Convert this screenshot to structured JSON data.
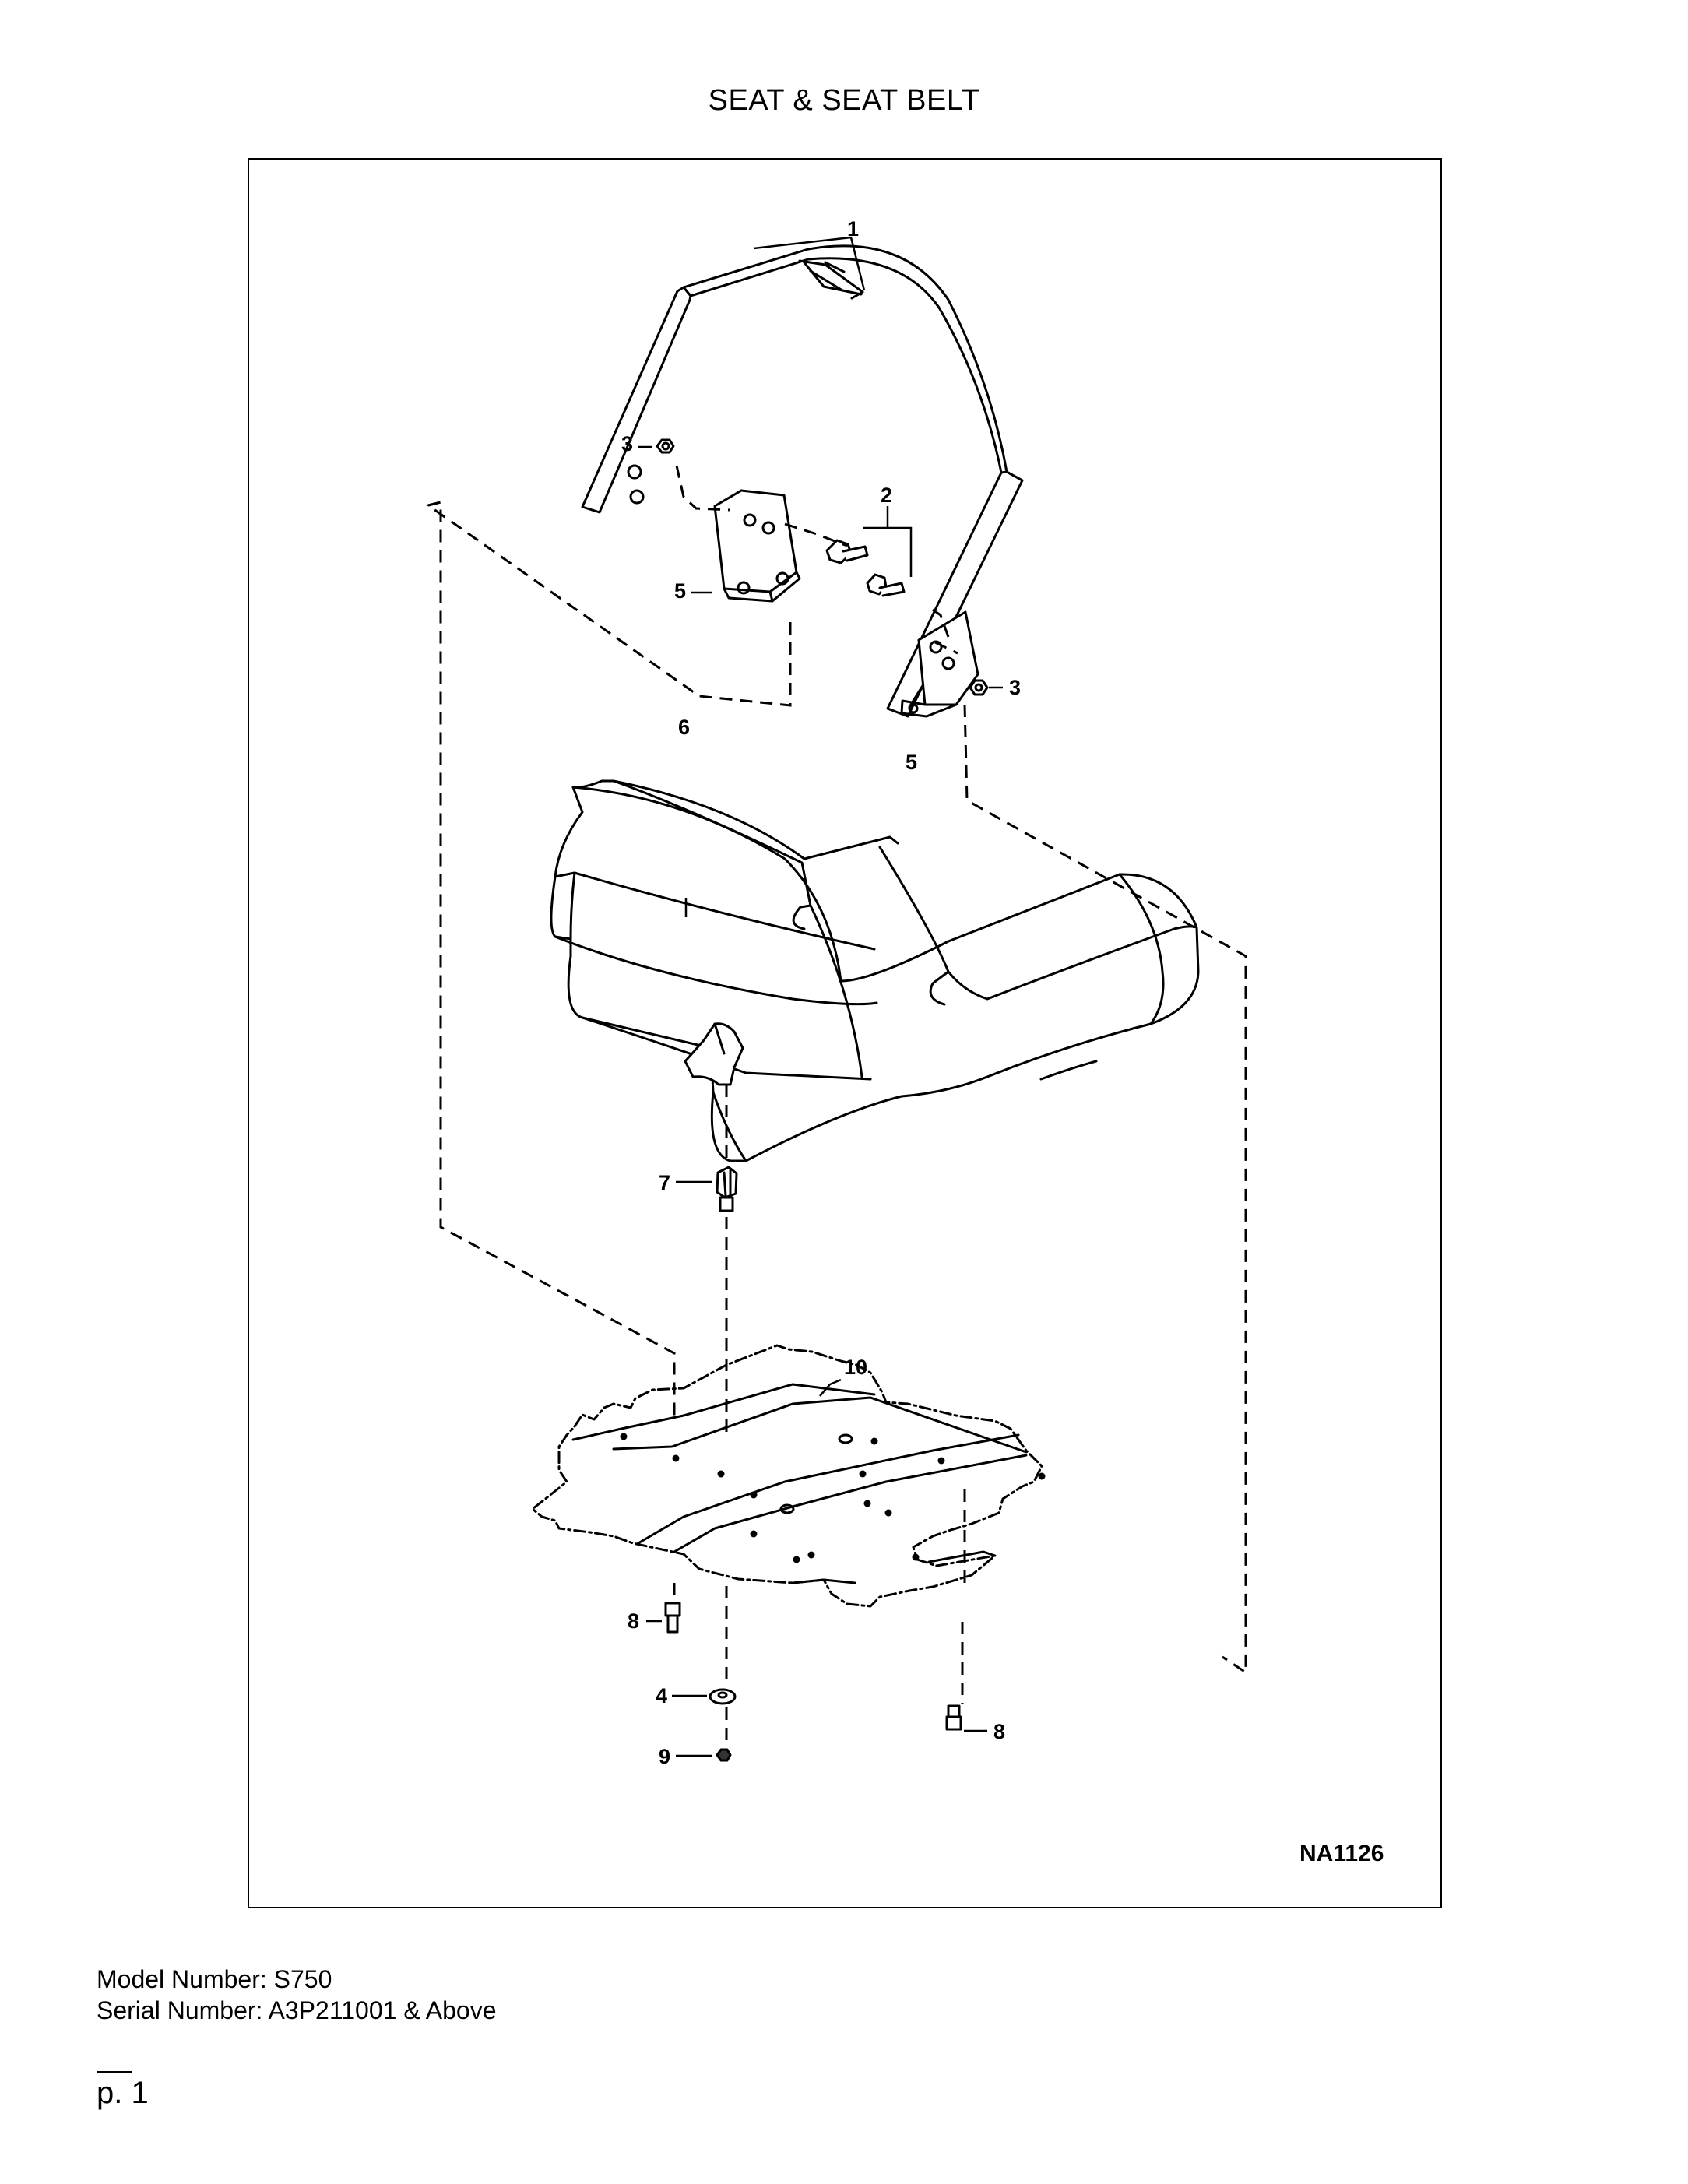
{
  "page": {
    "title": "SEAT & SEAT BELT",
    "figure_code": "NA1126",
    "model_number": "Model Number: S750",
    "serial_number": "Serial Number: A3P211001 & Above",
    "page_number": "p. 1"
  },
  "callouts": {
    "c1": "1",
    "c2": "2",
    "c3a": "3",
    "c3b": "3",
    "c4": "4",
    "c5a": "5",
    "c5b": "5",
    "c6": "6",
    "c7": "7",
    "c8a": "8",
    "c8b": "8",
    "c9": "9",
    "c10": "10"
  }
}
